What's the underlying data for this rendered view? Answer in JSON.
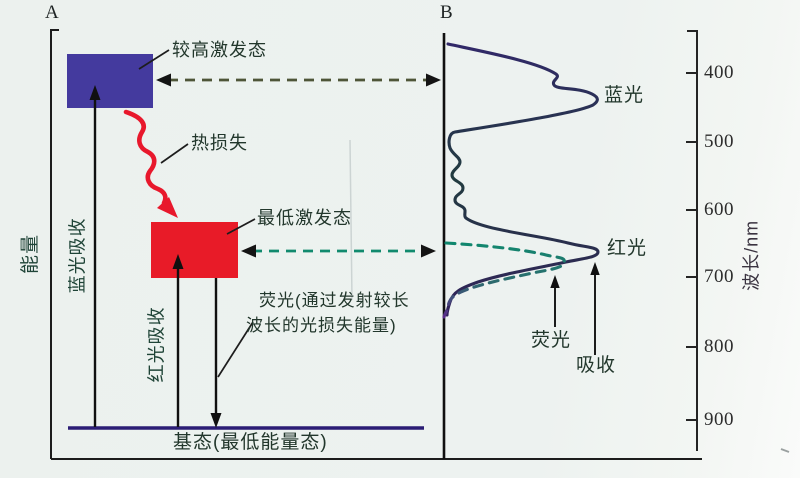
{
  "figure": {
    "panelA": {
      "label": "A",
      "energy_axis_label": "能量",
      "states": {
        "higher_excited": "较高激发态",
        "lowest_excited": "最低激发态",
        "ground": "基态(最低能量态)"
      },
      "processes": {
        "heat_loss": "热损失",
        "blue_absorption": "蓝光吸收",
        "red_absorption": "红光吸收",
        "fluorescence_note_line1": "荧光(通过发射较长",
        "fluorescence_note_line2": "波长的光损失能量)"
      }
    },
    "panelB": {
      "label": "B",
      "curve_labels": {
        "blue_light": "蓝光",
        "red_light": "红光",
        "fluorescence": "荧光",
        "absorption": "吸收"
      },
      "wavelength_axis": {
        "label": "波长/nm",
        "ticks": [
          "400",
          "500",
          "600",
          "700",
          "800",
          "900"
        ]
      }
    },
    "colors": {
      "higher_state_box": "#443a9e",
      "lowest_state_box": "#e81b28",
      "heat_loss_arrow": "#e8182c",
      "ground_line": "#2b1d75",
      "absorption_curve": "#262347",
      "fluorescence_curve_top": "#0e8a6e",
      "fluorescence_curve_bottom": "#5a2a8a",
      "dashed_link_upper": "#4e5538",
      "dashed_link_lower": "#118a6e"
    }
  }
}
